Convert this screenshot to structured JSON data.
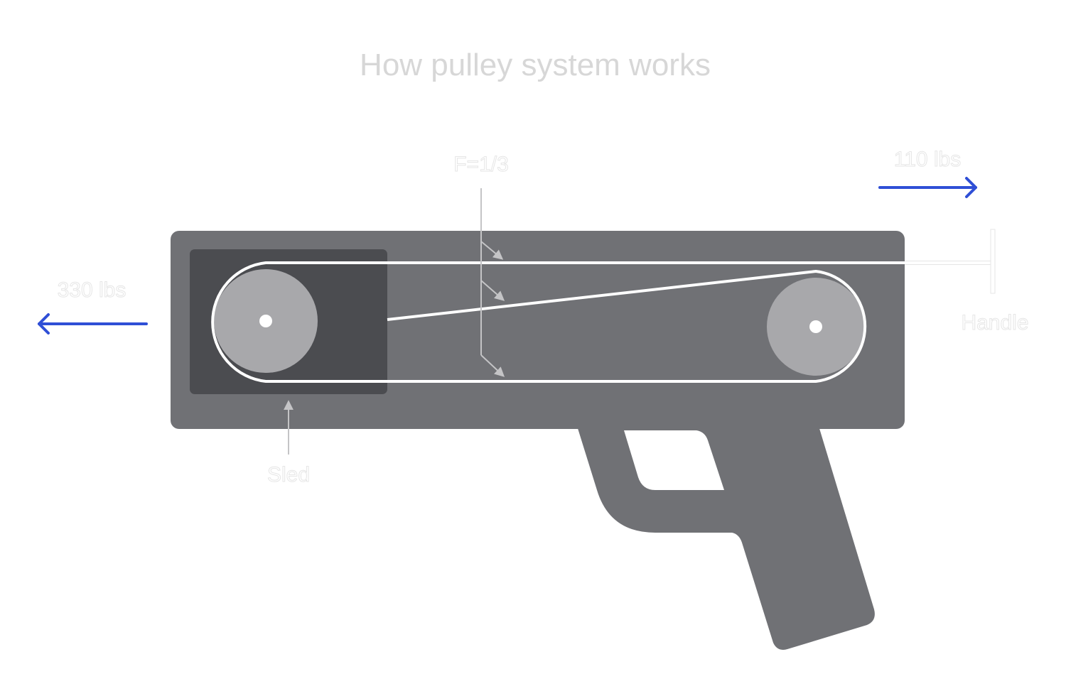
{
  "title": "How pulley system works",
  "labels": {
    "force_ratio": "F=1/3",
    "output_force": "110 lbs",
    "input_force": "330 lbs",
    "handle": "Handle",
    "sled": "Sled"
  },
  "colors": {
    "background": "#ffffff",
    "title": "#d7d7d7",
    "body": "#707175",
    "sled": "#4b4c50",
    "pulley": "#a8a8ab",
    "rope": "#ffffff",
    "leader": "#c4c4c6",
    "force_arrow": "#2f4fd6"
  },
  "components": [
    {
      "id": "body",
      "name": "Tool body"
    },
    {
      "id": "grip",
      "name": "Pistol grip"
    },
    {
      "id": "sled",
      "name": "Sled",
      "label_key": "sled"
    },
    {
      "id": "pulley-left",
      "name": "Left pulley"
    },
    {
      "id": "pulley-right",
      "name": "Right pulley"
    },
    {
      "id": "rope",
      "name": "Rope loop"
    },
    {
      "id": "handle",
      "name": "Handle",
      "label_key": "handle"
    }
  ],
  "forces": [
    {
      "label_key": "input_force",
      "direction": "left"
    },
    {
      "label_key": "output_force",
      "direction": "right"
    }
  ]
}
